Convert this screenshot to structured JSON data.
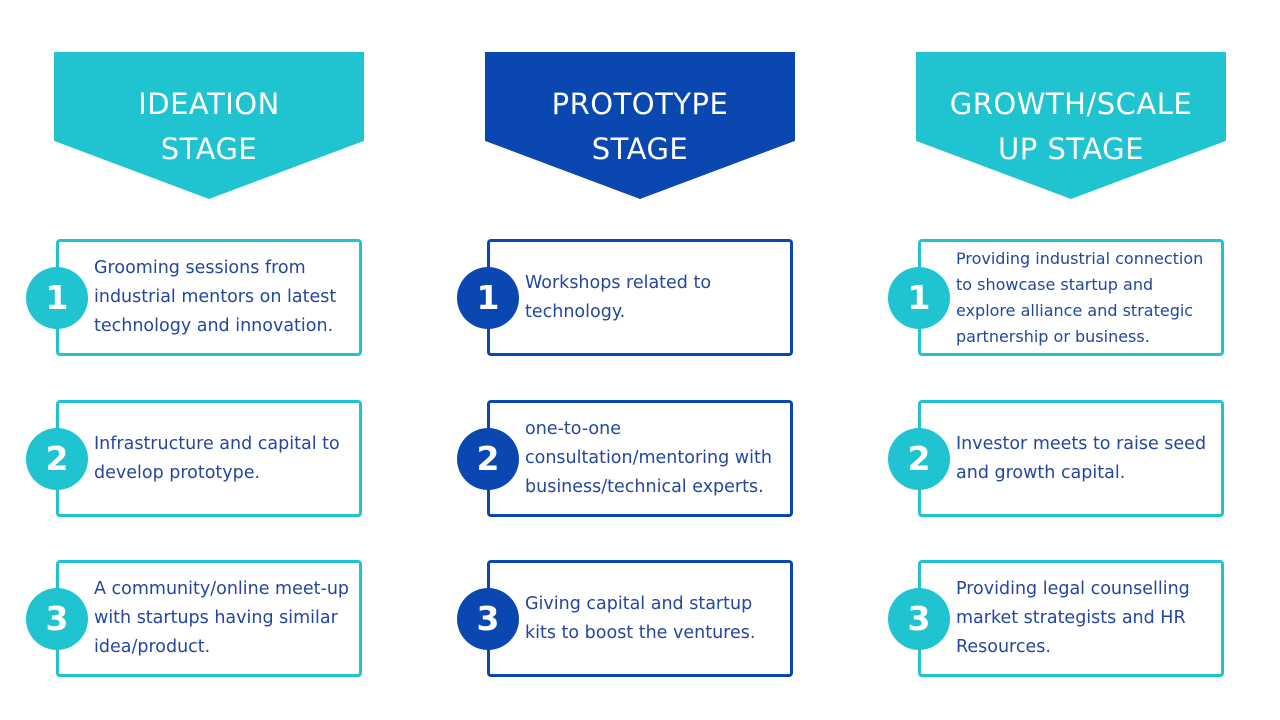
{
  "colors": {
    "ideation_accent": "#1fc4d0",
    "prototype_accent": "#0b47b0",
    "growth_accent": "#1fc4d0",
    "card_text": "#2446a0"
  },
  "stages": [
    {
      "title": "IDEATION\nSTAGE",
      "items": [
        {
          "number": "1",
          "text": "Grooming sessions from\nindustrial mentors on latest\ntechnology and innovation."
        },
        {
          "number": "2",
          "text": "Infrastructure and capital to\ndevelop prototype."
        },
        {
          "number": "3",
          "text": "A community/online meet-up\nwith startups having similar\nidea/product."
        }
      ]
    },
    {
      "title": "PROTOTYPE\nSTAGE",
      "items": [
        {
          "number": "1",
          "text": "Workshops related to\ntechnology."
        },
        {
          "number": "2",
          "text": "one-to-one\nconsultation/mentoring with\nbusiness/technical experts."
        },
        {
          "number": "3",
          "text": "Giving capital and startup\nkits to boost the ventures."
        }
      ]
    },
    {
      "title": "GROWTH/SCALE\nUP STAGE",
      "items": [
        {
          "number": "1",
          "text": "Providing industrial connection\nto showcase startup and\nexplore alliance and strategic\npartnership or business."
        },
        {
          "number": "2",
          "text": "Investor meets to raise seed\nand growth capital."
        },
        {
          "number": "3",
          "text": "Providing legal counselling\nmarket strategists and HR\nResources."
        }
      ]
    }
  ]
}
